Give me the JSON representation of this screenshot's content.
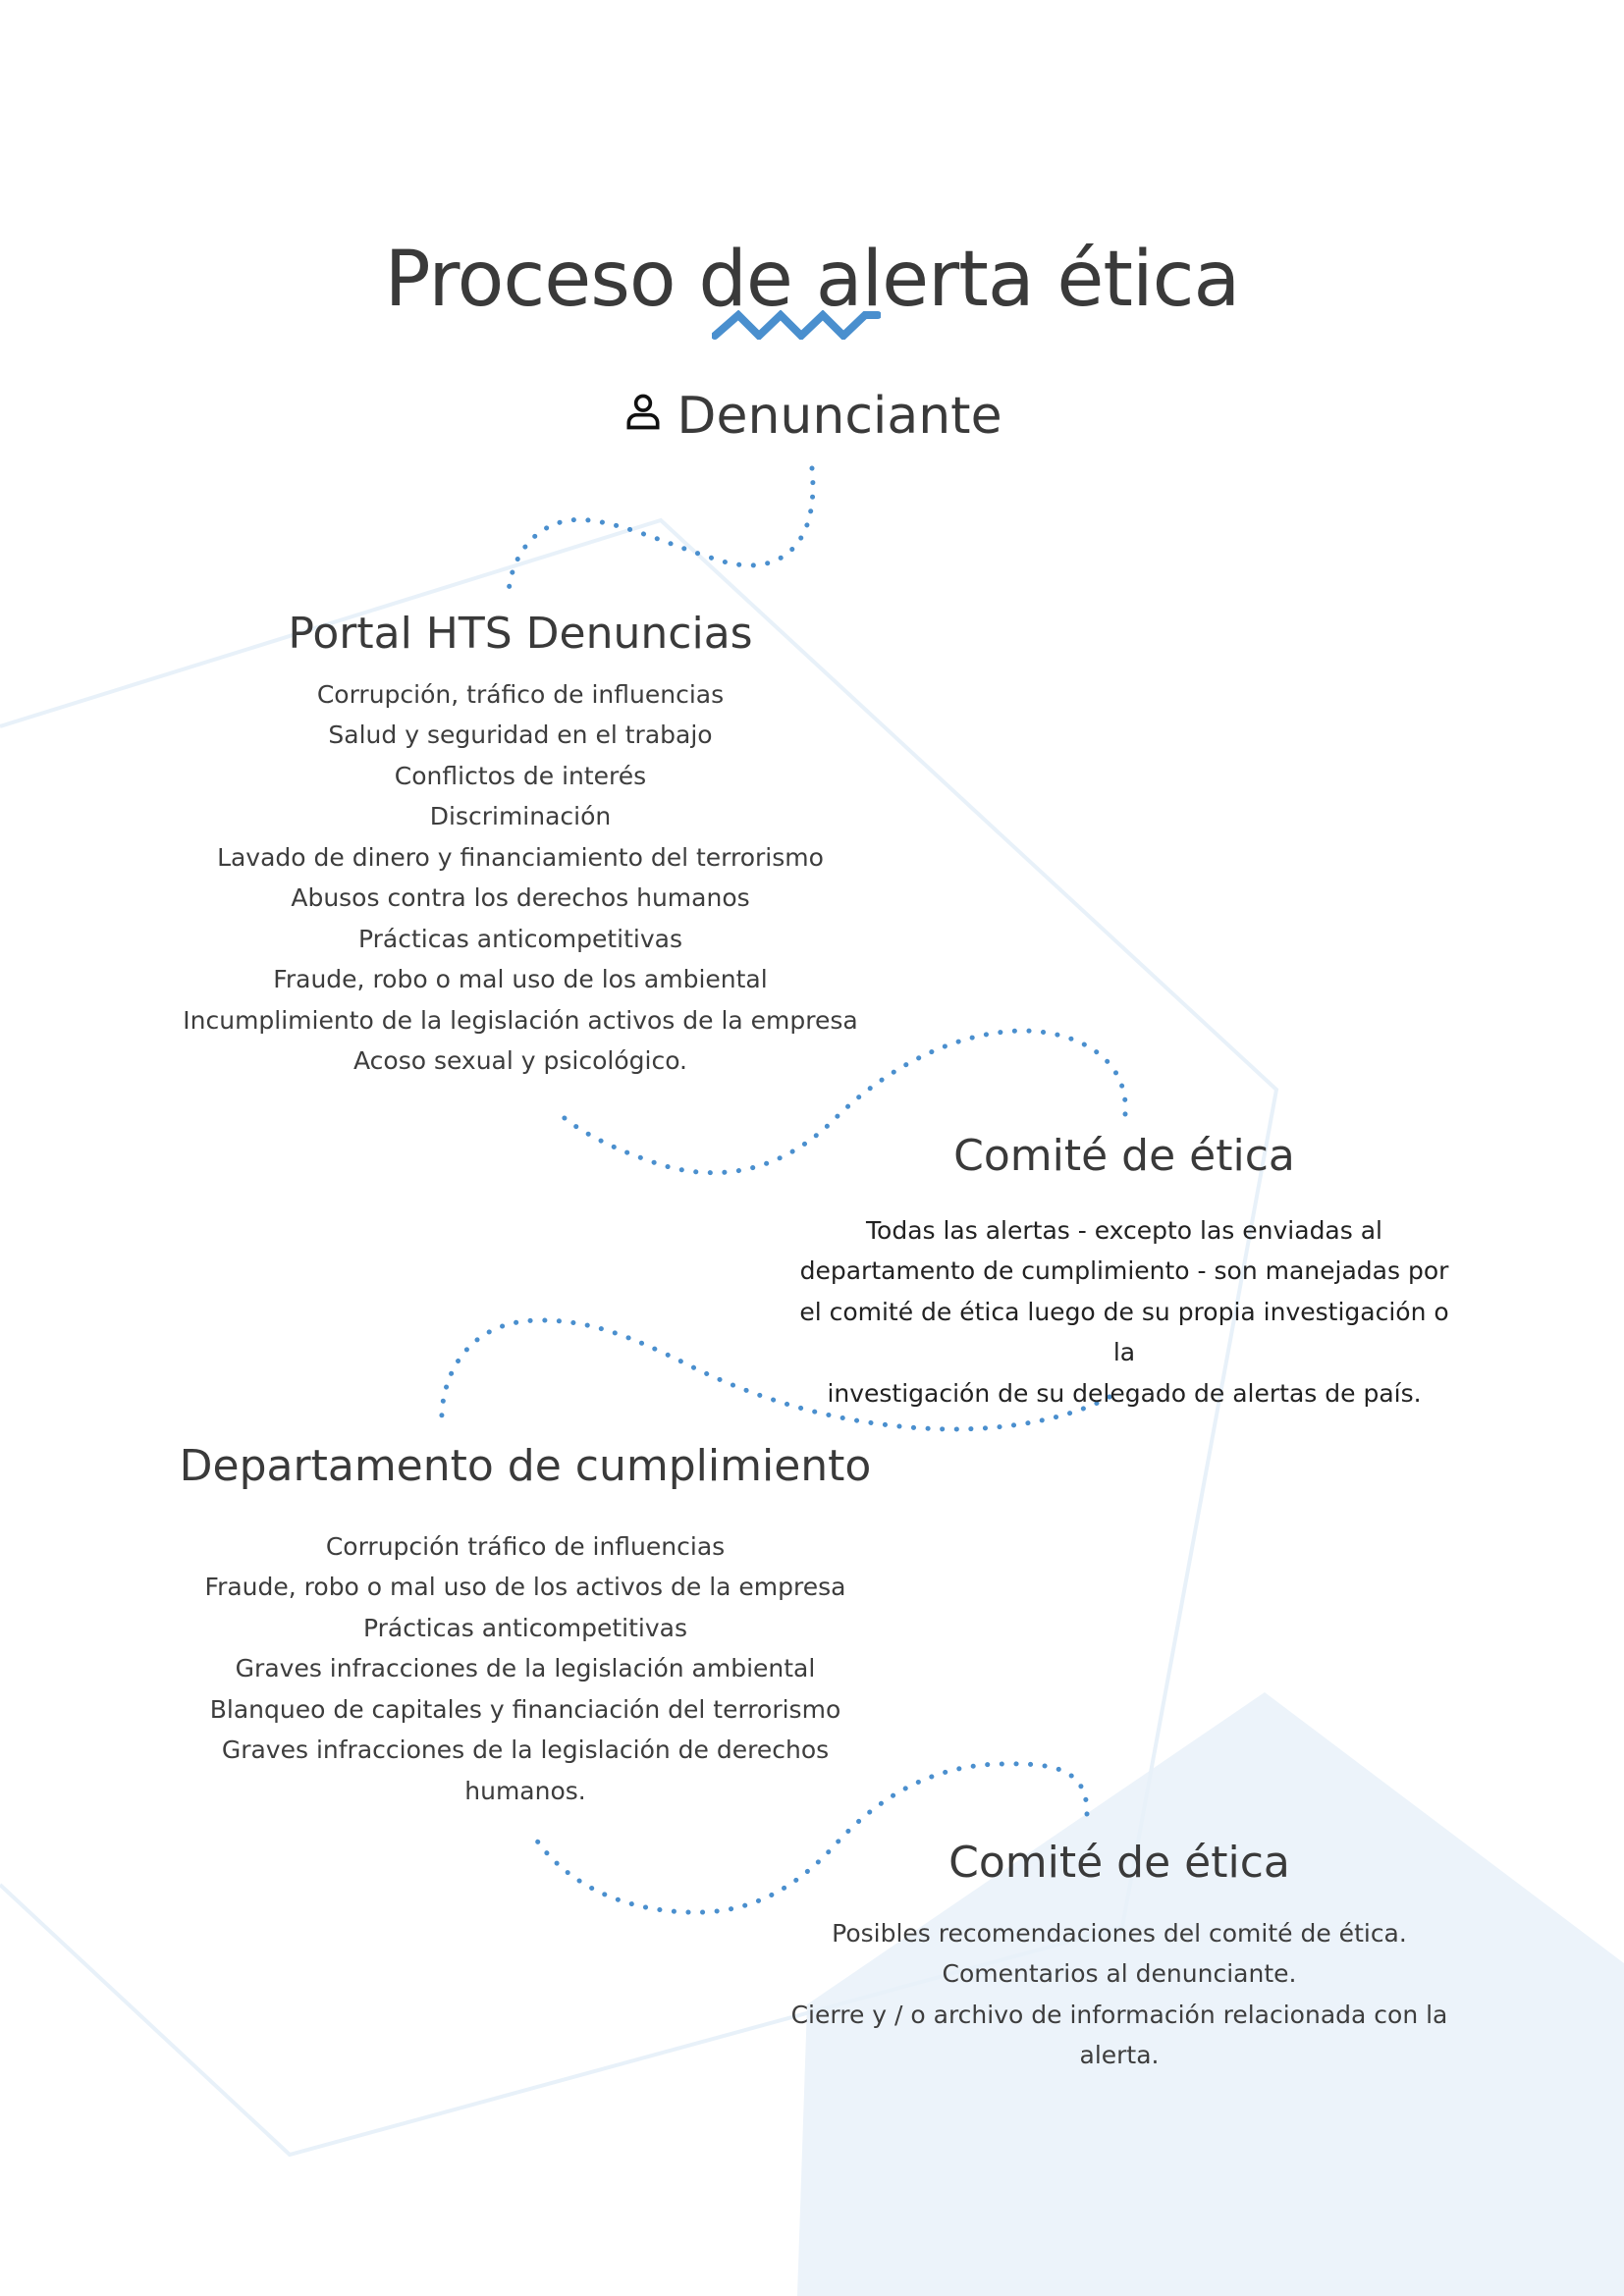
{
  "page": {
    "title": "Proceso de alerta ética",
    "accent_color": "#4a8fce"
  },
  "reporter": {
    "icon": "user-icon",
    "label": "Denunciante"
  },
  "portal": {
    "title": "Portal HTS Denuncias",
    "items": [
      "Corrupción, tráfico de influencias",
      "Salud y seguridad en el trabajo",
      "Conflictos de interés",
      "Discriminación",
      "Lavado de dinero y financiamiento del terrorismo",
      "Abusos contra los derechos humanos",
      "Prácticas anticompetitivas",
      "Fraude, robo o mal uso de los ambiental",
      "Incumplimiento de la legislación activos de la empresa",
      "Acoso sexual y psicológico."
    ]
  },
  "ethics_committee": {
    "title": "Comité de ética",
    "description_lines": [
      "Todas las alertas - excepto las enviadas al",
      "departamento de cumplimiento - son manejadas por",
      "el comité de ética luego de su propia investigación o la",
      "investigación de su delegado de alertas de país."
    ]
  },
  "compliance": {
    "title": "Departamento de cumplimiento",
    "items": [
      "Corrupción tráfico de influencias",
      "Fraude, robo o mal uso de los activos de la empresa",
      "Prácticas anticompetitivas",
      "Graves infracciones de la legislación ambiental",
      "Blanqueo de capitales y financiación del terrorismo",
      "Graves infracciones de la legislación de derechos",
      "humanos."
    ]
  },
  "final_committee": {
    "title": "Comité de ética",
    "items": [
      "Posibles recomendaciones del comité de ética.",
      "Comentarios al denunciante.",
      "Cierre y / o archivo de información relacionada con la",
      "alerta."
    ]
  }
}
